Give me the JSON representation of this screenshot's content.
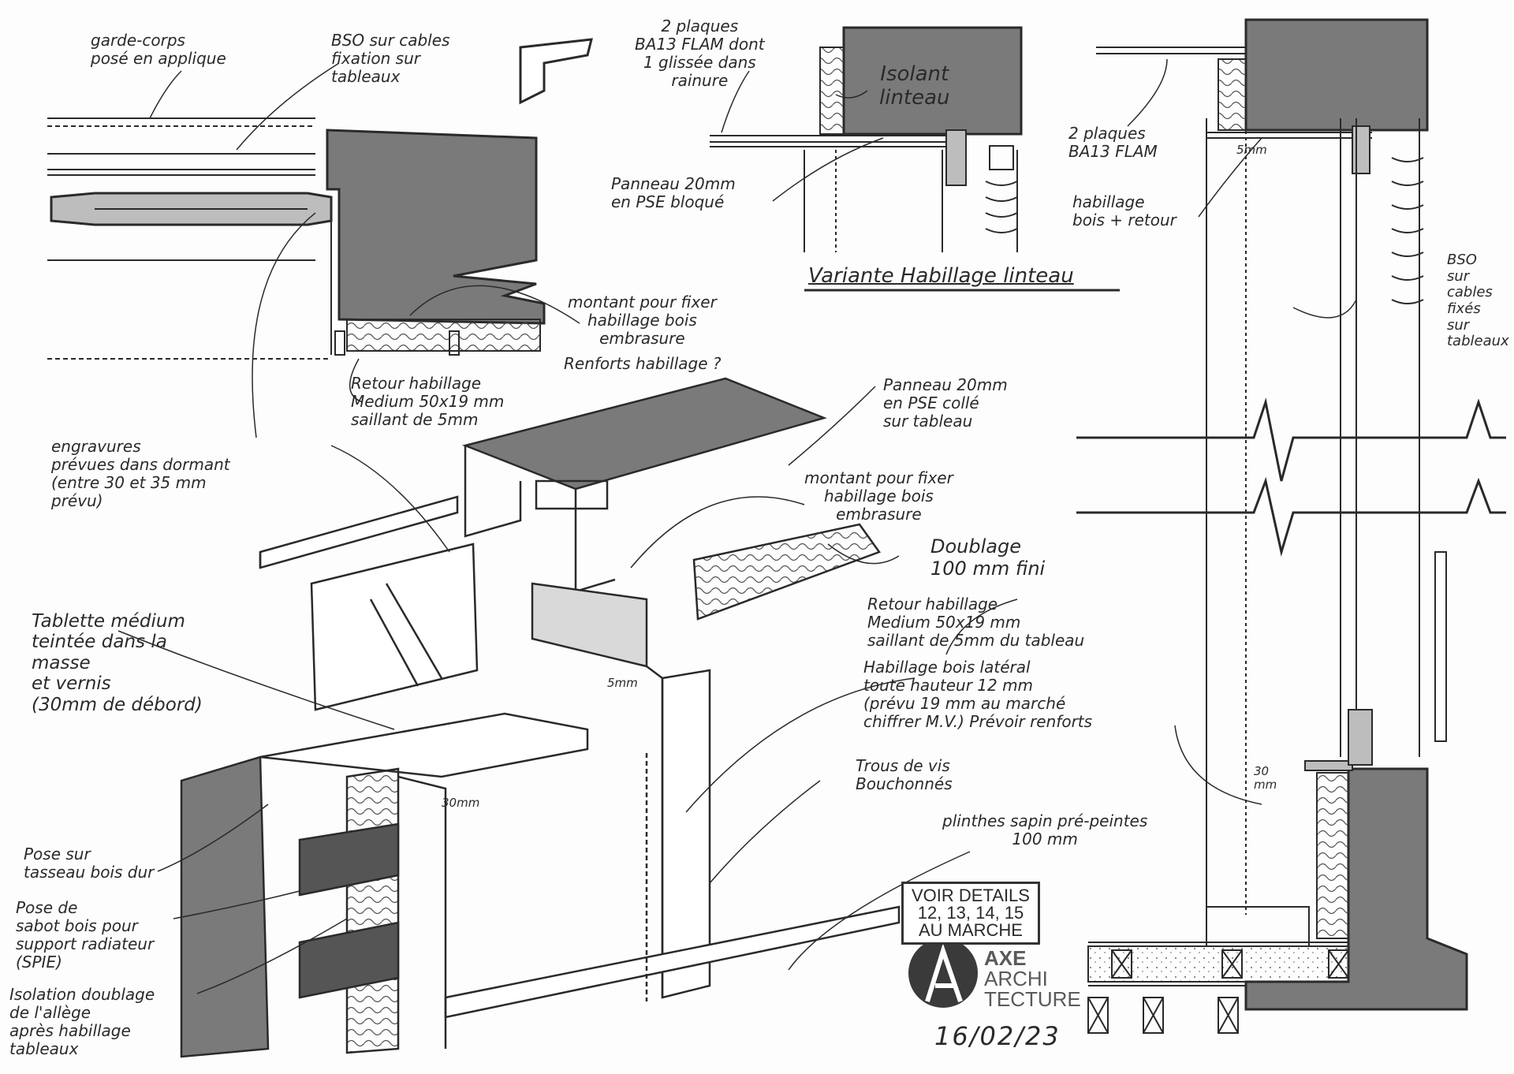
{
  "colors": {
    "wall": "#7a7a7a",
    "line": "#2a2a2a",
    "insulation": "#d9d9d9",
    "paper": "#fdfdfd"
  },
  "labels": {
    "garde_corps": "garde-corps\nposé en applique",
    "bso_cables": "BSO sur cables\nfixation sur\ntableaux",
    "deux_plaques_top": "2 plaques\nBA13 FLAM dont\n1 glissée dans\nrainure",
    "isolant_linteau": "Isolant\nlinteau",
    "panneau_pse_bloque": "Panneau 20mm\nen PSE bloqué",
    "variante": "Variante Habillage linteau",
    "deux_plaques_right": "2 plaques\nBA13 FLAM",
    "five_mm_right": "5mm",
    "habillage_bois_retour": "habillage\nbois + retour",
    "bso_right": "BSO\nsur\ncables\nfixés\nsur\ntableaux",
    "montant_top": "montant pour fixer\nhabillage bois\nembrasure",
    "renforts": "Renforts habillage ?",
    "retour_top": "Retour habillage\nMedium 50x19 mm\nsaillant de 5mm",
    "panneau_pse_colle": "Panneau 20mm\nen PSE collé\nsur tableau",
    "engravures": "engravures\nprévues dans dormant\n(entre 30 et 35 mm\nprévu)",
    "montant_mid": "montant pour fixer\nhabillage bois\nembrasure",
    "doublage": "Doublage\n100 mm fini",
    "retour_mid": "Retour habillage\nMedium 50x19 mm\nsaillant de 5mm du tableau",
    "tablette": "Tablette médium\nteintée dans la\nmasse\net vernis\n(30mm de débord)",
    "habillage_lateral": "Habillage bois latéral\ntoute hauteur 12 mm\n(prévu 19 mm au marché\nchiffrer M.V.) Prévoir renforts",
    "five_mm_mid": "5mm",
    "trente_mm_iso": "30mm",
    "trous_vis": "Trous de vis\nBouchonnés",
    "trente_mm_right": "30\nmm",
    "plinthes": "plinthes sapin pré-peintes\n100 mm",
    "pose_tasseau": "Pose sur\ntasseau bois dur",
    "pose_sabot": "Pose de\nsabot bois pour\nsupport radiateur\n(SPIE)",
    "isolation_allege": "Isolation doublage\nde l'allège\naprès habillage\ntableaux"
  },
  "voir_details": {
    "line1": "VOIR DETAILS",
    "line2": "12, 13, 14, 15",
    "line3": "AU MARCHE"
  },
  "logo": {
    "name": "AXE",
    "sub1": "ARCHI",
    "sub2": "TECTURE"
  },
  "date": "16/02/23"
}
